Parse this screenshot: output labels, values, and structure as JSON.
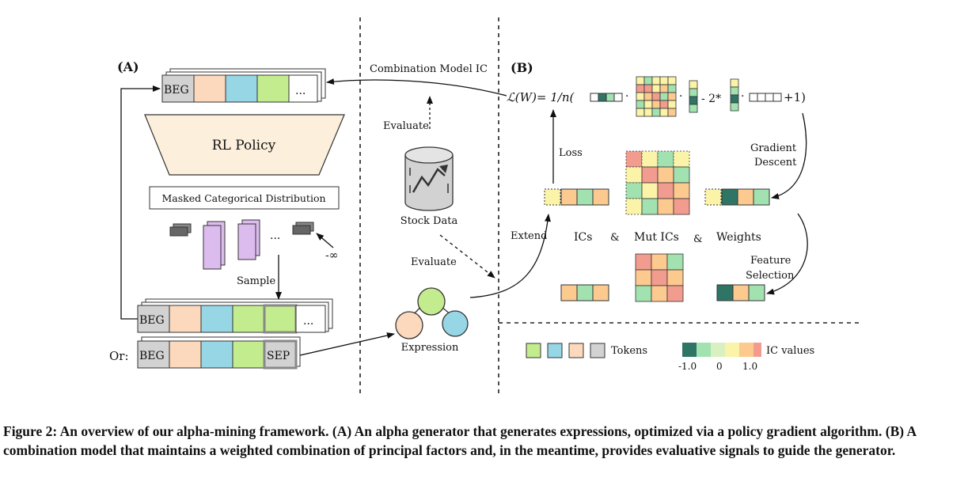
{
  "panel_a": {
    "label": "(A)",
    "token_beg": "BEG",
    "token_more": "...",
    "rl_policy": "RL Policy",
    "masked_dist": "Masked Categorical Distribution",
    "dots": "...",
    "neg_inf": "-∞",
    "sample": "Sample",
    "or_label": "Or:",
    "token_sep": "SEP"
  },
  "middle": {
    "combination_ic": "Combination Model  IC",
    "evaluate_top": "Evaluate",
    "stock_data": "Stock Data",
    "evaluate_bottom": "Evaluate",
    "expression": "Expression"
  },
  "panel_b": {
    "label": "(B)",
    "loss_lhs": "ℒ(W)= 1/n(",
    "dot": "·",
    "minus_two": "- 2*",
    "plus_one": "+1)",
    "loss": "Loss",
    "gradient_descent_1": "Gradient",
    "gradient_descent_2": "Descent",
    "extend": "Extend",
    "ics": "ICs",
    "amp": "&",
    "mut_ics": "Mut ICs",
    "weights": "Weights",
    "feature_selection_1": "Feature",
    "feature_selection_2": "Selection"
  },
  "legend": {
    "tokens": "Tokens",
    "ic_values": "IC values",
    "tick_neg": "-1.0",
    "tick_zero": "0",
    "tick_pos": "1.0"
  },
  "colors": {
    "green": "#c2ec8e",
    "blue": "#97d6e5",
    "peach": "#fcd8bd",
    "gray": "#d2d2d2",
    "ic_dark": "#2e7565",
    "ic_lightgreen": "#a2e2b1",
    "ic_yellow": "#fbf3a8",
    "ic_orange": "#fcc98f",
    "ic_red": "#f29c8f",
    "policy_fill": "#fcefdc",
    "purple": "#dcbcef"
  },
  "caption": "Figure 2: An overview of our alpha-mining framework. (A) An alpha generator that generates expressions, optimized via a policy gradient algorithm. (B) A combination model that maintains a weighted combination of principal factors and, in the meantime, provides evaluative signals to guide the generator."
}
